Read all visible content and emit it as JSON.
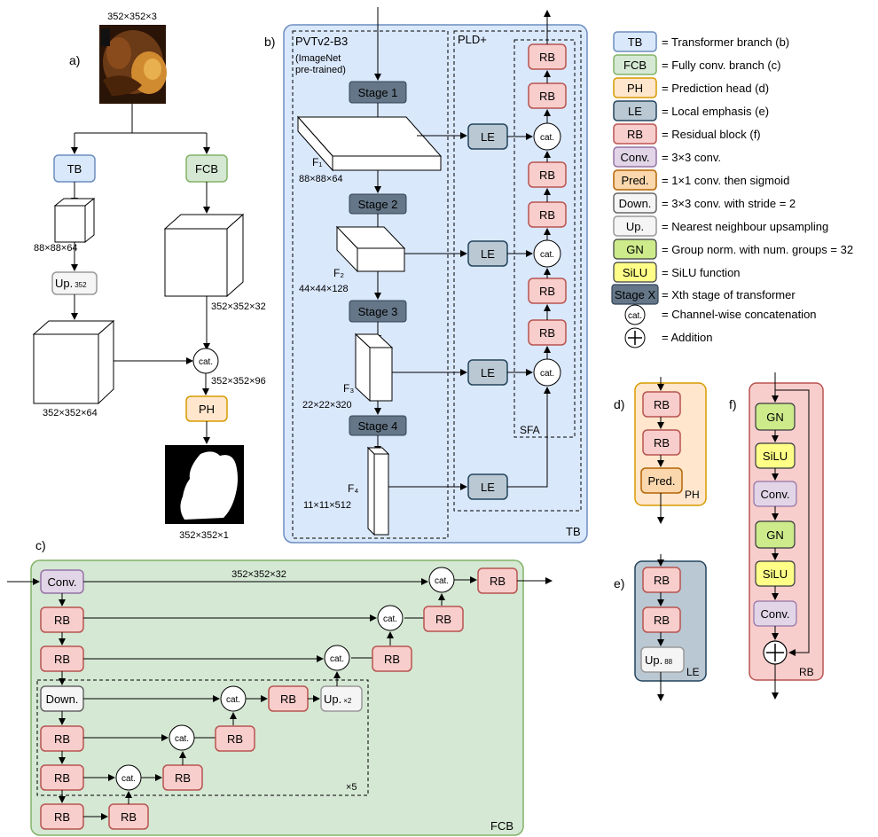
{
  "panels": {
    "a": "a)",
    "b": "b)",
    "c": "c)",
    "d": "d)",
    "e": "e)",
    "f": "f)"
  },
  "panel_a": {
    "input_dim": "352×352×3",
    "tb": "TB",
    "fcb": "FCB",
    "tb_out_dim": "88×88×64",
    "up": "Up.",
    "up_sub": "352",
    "up_dim": "352×352×64",
    "fcb_out_dim": "352×352×32",
    "cat": "cat.",
    "cat_dim": "352×352×96",
    "ph": "PH",
    "out_dim": "352×352×1"
  },
  "panel_b": {
    "encoder_title": "PVTv2-B3",
    "encoder_note1": "(ImageNet",
    "encoder_note2": "pre-trained)",
    "pld": "PLD+",
    "sfa": "SFA",
    "tb_tag": "TB",
    "stages": [
      "Stage 1",
      "Stage 2",
      "Stage 3",
      "Stage 4"
    ],
    "features": [
      "F₁",
      "F₂",
      "F₃",
      "F₄"
    ],
    "feature_dims": [
      "88×88×64",
      "44×44×128",
      "22×22×320",
      "11×11×512"
    ],
    "le": "LE",
    "rb": "RB",
    "cat": "cat."
  },
  "panel_c": {
    "conv": "Conv.",
    "rb": "RB",
    "down": "Down.",
    "up": "Up.",
    "up_sub": "×2",
    "cat": "cat.",
    "dim": "352×352×32",
    "repeat": "×5",
    "tag": "FCB"
  },
  "panel_d": {
    "rb": "RB",
    "pred": "Pred.",
    "tag": "PH"
  },
  "panel_e": {
    "rb": "RB",
    "up": "Up.",
    "up_sub": "88",
    "tag": "LE"
  },
  "panel_f": {
    "gn": "GN",
    "silu": "SiLU",
    "conv": "Conv.",
    "tag": "RB"
  },
  "legend": [
    {
      "key": "TB",
      "text": "= Transformer branch (b)",
      "fill": "#dae8fc",
      "stroke": "#6c8ebf"
    },
    {
      "key": "FCB",
      "text": "= Fully conv. branch (c)",
      "fill": "#d5e8d4",
      "stroke": "#82b366"
    },
    {
      "key": "PH",
      "text": "= Prediction head (d)",
      "fill": "#ffe6cc",
      "stroke": "#d79b00"
    },
    {
      "key": "LE",
      "text": "= Local emphasis (e)",
      "fill": "#bac8d3",
      "stroke": "#23445d"
    },
    {
      "key": "RB",
      "text": "= Residual block (f)",
      "fill": "#f8cecc",
      "stroke": "#b85450"
    },
    {
      "key": "Conv.",
      "text": "= 3×3 conv.",
      "fill": "#e1d5e7",
      "stroke": "#9673a6"
    },
    {
      "key": "Pred.",
      "text": "= 1×1 conv. then sigmoid",
      "fill": "#fad7ac",
      "stroke": "#b46504"
    },
    {
      "key": "Down.",
      "text": "= 3×3 conv. with stride = 2",
      "fill": "#f5f5f5",
      "stroke": "#666666"
    },
    {
      "key": "Up.",
      "text": "= Nearest neighbour upsampling",
      "fill": "#f5f5f5",
      "stroke": "#999999"
    },
    {
      "key": "GN",
      "text": "= Group norm. with num. groups = 32",
      "fill": "#cdeb8b",
      "stroke": "#36393d"
    },
    {
      "key": "SiLU",
      "text": "= SiLU function",
      "fill": "#ffff88",
      "stroke": "#36393d"
    },
    {
      "key": "Stage X",
      "text": "= Xth stage of transformer",
      "fill": "#647687",
      "stroke": "#314354"
    },
    {
      "key": "cat.",
      "text": "= Channel-wise concatenation",
      "fill": "#ffffff",
      "stroke": "#000000"
    },
    {
      "key": "+",
      "text": "= Addition",
      "fill": "#ffffff",
      "stroke": "#000000"
    }
  ],
  "colors": {
    "tb_fill": "#dae8fc",
    "tb_stroke": "#6c8ebf",
    "fcb_fill": "#d5e8d4",
    "fcb_stroke": "#82b366",
    "ph_fill": "#ffe6cc",
    "ph_stroke": "#d79b00",
    "le_fill": "#bac8d3",
    "le_stroke": "#23445d",
    "rb_fill": "#f8cecc",
    "rb_stroke": "#b85450",
    "stage_fill": "#647687"
  }
}
